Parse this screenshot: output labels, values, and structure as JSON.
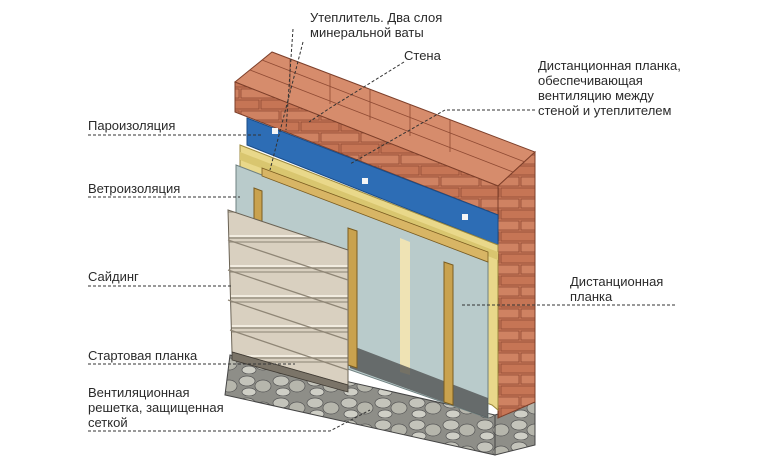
{
  "labels": {
    "insulation": [
      "Утеплитель. Два слоя",
      "минеральной ваты"
    ],
    "wall": "Стена",
    "spacer_top": [
      "Дистанционная планка,",
      "обеспечивающая",
      "вентиляцию между",
      "стеной и утеплителем"
    ],
    "vapor_barrier": "Пароизоляция",
    "wind_barrier": "Ветроизоляция",
    "siding": "Сайдинг",
    "spacer_bottom": [
      "Дистанционная",
      "планка"
    ],
    "starter_strip": "Стартовая планка",
    "vent_grille": [
      "Вентиляционная",
      "решетка, защищенная",
      "сеткой"
    ]
  },
  "colors": {
    "brick": "#c9795a",
    "brick_dark": "#a85a3e",
    "mortar": "#e8d3bf",
    "vapor_barrier": "#2d6db5",
    "insulation": "#e9d88a",
    "wind_barrier": "#b9cbcb",
    "wood": "#c9a24e",
    "siding": "#d8cfbf",
    "stone": "#b5b5ad",
    "leader": "#333333"
  }
}
